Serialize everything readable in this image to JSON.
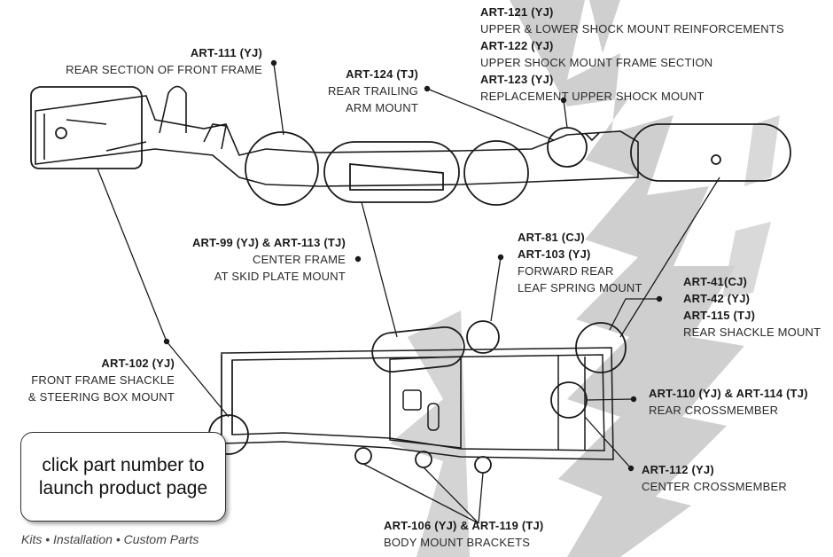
{
  "labels": {
    "art111": {
      "part": "ART-111 (YJ)",
      "desc": [
        "REAR SECTION OF FRONT FRAME"
      ]
    },
    "art124": {
      "part": "ART-124 (TJ)",
      "desc": [
        "REAR TRAILING",
        "ARM MOUNT"
      ]
    },
    "art121": {
      "part": "ART-121 (YJ)",
      "desc": "UPPER & LOWER  SHOCK MOUNT REINFORCEMENTS"
    },
    "art122": {
      "part": "ART-122 (YJ)",
      "desc": "UPPER SHOCK MOUNT FRAME SECTION"
    },
    "art123": {
      "part": "ART-123 (YJ)",
      "desc": "REPLACEMENT UPPER SHOCK MOUNT"
    },
    "art99": {
      "part": "ART-99 (YJ) & ART-113 (TJ)",
      "desc": [
        "CENTER FRAME",
        "AT SKID PLATE MOUNT"
      ]
    },
    "art81": {
      "parts": [
        "ART-81 (CJ)",
        "ART-103 (YJ)"
      ],
      "desc": [
        "FORWARD REAR",
        "LEAF SPRING MOUNT"
      ]
    },
    "art41": {
      "parts": [
        "ART-41(CJ)",
        "ART-42 (YJ)",
        "ART-115 (TJ)"
      ],
      "desc": [
        "REAR SHACKLE MOUNT"
      ]
    },
    "art102": {
      "part": "ART-102 (YJ)",
      "desc": [
        "FRONT FRAME SHACKLE",
        "& STEERING BOX MOUNT"
      ]
    },
    "art110": {
      "part": "ART-110 (YJ) & ART-114 (TJ)",
      "desc": [
        "REAR CROSSMEMBER"
      ]
    },
    "art112": {
      "part": "ART-112 (YJ)",
      "desc": [
        "CENTER CROSSMEMBER"
      ]
    },
    "art106": {
      "part": "ART-106 (YJ) & ART-119 (TJ)",
      "desc": [
        "BODY MOUNT BRACKETS"
      ]
    }
  },
  "callout": {
    "line1": "click part number to",
    "line2": "launch product page"
  },
  "footer": {
    "text": "Kits • Installation • Custom Parts"
  },
  "colors": {
    "tire_track": "#c9c9c9",
    "line": "#1a1a1a"
  }
}
